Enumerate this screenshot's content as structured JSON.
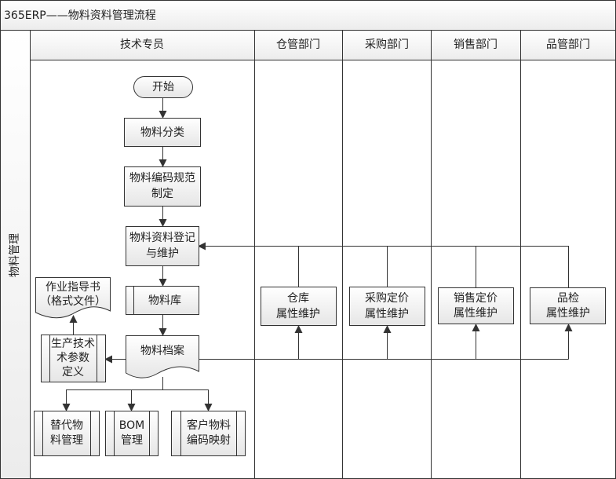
{
  "title": "365ERP——物料资料管理流程",
  "pool_label": "物料管理",
  "lanes": [
    "技术专员",
    "仓管部门",
    "采购部门",
    "销售部门",
    "品管部门"
  ],
  "nodes": {
    "start": "开始",
    "classify": "物料分类",
    "coding": [
      "物料编码规范",
      "制定"
    ],
    "register": [
      "物料资料登记",
      "与维护"
    ],
    "library": "物料库",
    "archive": "物料档案",
    "tech_params": [
      "生产技术",
      "术参数",
      "定义"
    ],
    "instruction": [
      "作业指导书",
      "（格式文件）"
    ],
    "substitute": [
      "替代物",
      "料管理"
    ],
    "bom": [
      "BOM",
      "管理"
    ],
    "customer_map": [
      "客户物料",
      "编码映射"
    ],
    "warehouse": [
      "仓库",
      "属性维护"
    ],
    "purchase": [
      "采购定价",
      "属性维护"
    ],
    "sales": [
      "销售定价",
      "属性维护"
    ],
    "qc": [
      "品检",
      "属性维护"
    ]
  }
}
